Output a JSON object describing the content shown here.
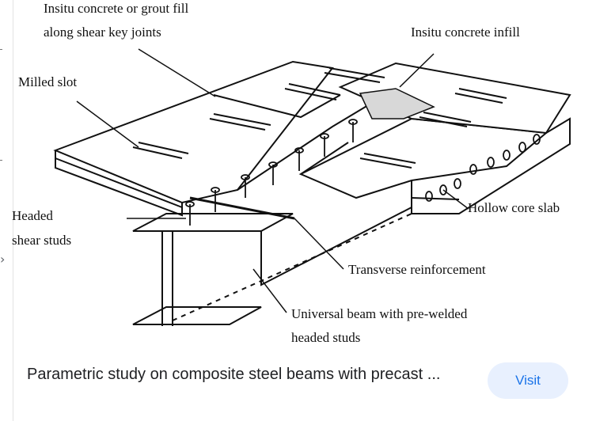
{
  "figure": {
    "labels": {
      "grout_fill_line1": "Insitu concrete or grout fill",
      "grout_fill_line2": "along shear key joints",
      "concrete_infill": "Insitu concrete infill",
      "milled_slot": "Milled slot",
      "headed_line1": "Headed",
      "headed_line2": "shear studs",
      "hollow_core": "Hollow core slab",
      "transverse": "Transverse reinforcement",
      "beam_line1": "Universal beam with pre-welded",
      "beam_line2": "headed studs"
    }
  },
  "result": {
    "caption": "Parametric study on composite steel beams with precast ...",
    "visit_label": "Visit"
  },
  "sidebar": {
    "chevron_icon": "chevron-right-icon"
  }
}
